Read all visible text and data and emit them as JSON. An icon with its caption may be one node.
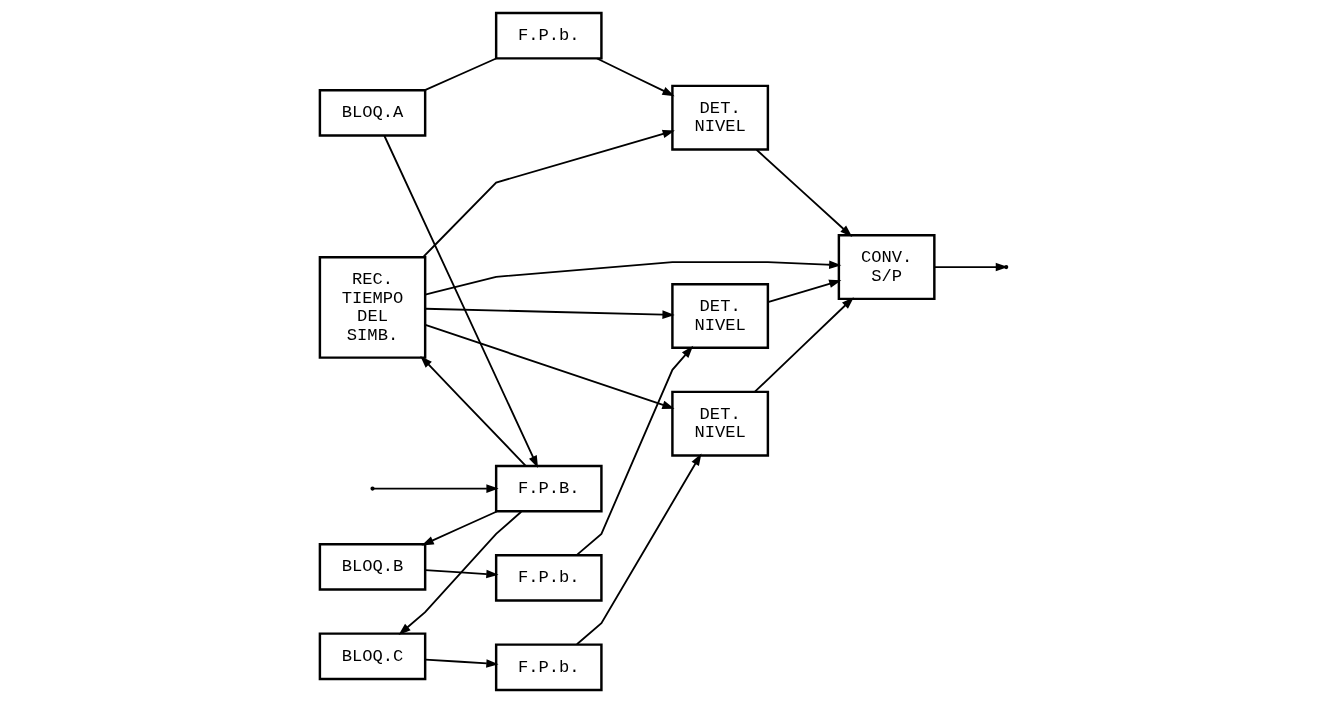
{
  "diagram": {
    "nodes": [
      {
        "text": [
          "BLOQ.A"
        ]
      },
      {
        "text": [
          "F.P.b."
        ]
      },
      {
        "text": [
          "DET. NIVEL"
        ]
      },
      {
        "text": [
          "F.P.B."
        ]
      },
      {
        "text": [
          "REC. TIEMPO DEL SIMB."
        ]
      },
      {
        "text": [
          "CONV. S/P"
        ]
      },
      {
        "text": [
          "BLOQ.B"
        ]
      },
      {
        "text": [
          "F.P.b."
        ]
      },
      {
        "text": [
          "DET. NIVEL"
        ]
      },
      {
        "text": [
          "BLOQ.C"
        ]
      },
      {
        "text": [
          "F.P.b."
        ]
      },
      {
        "text": [
          "DET. NIVEL"
        ]
      }
    ],
    "edges": [
      {
        "from": null,
        "to": 3,
        "arrow": "to"
      },
      {
        "from": 0,
        "to": 3,
        "arrow": "to"
      },
      {
        "from": 0,
        "to": 1,
        "arrow": "none"
      },
      {
        "from": 1,
        "to": 2,
        "arrow": "to"
      },
      {
        "from": 2,
        "to": 5,
        "arrow": "to"
      },
      {
        "from": 3,
        "to": 4,
        "arrow": "to"
      },
      {
        "from": 3,
        "to": 6,
        "arrow": "to"
      },
      {
        "from": 3,
        "to": 9,
        "arrow": "to"
      },
      {
        "from": 4,
        "to": 2,
        "arrow": "to"
      },
      {
        "from": 4,
        "to": 8,
        "arrow": "to"
      },
      {
        "from": 4,
        "to": 5,
        "arrow": "to"
      },
      {
        "from": 4,
        "to": 11,
        "arrow": "to"
      },
      {
        "from": 6,
        "to": 7,
        "arrow": "to"
      },
      {
        "from": 7,
        "to": 8,
        "arrow": "to"
      },
      {
        "from": 8,
        "to": 5,
        "arrow": "to"
      },
      {
        "from": 9,
        "to": 10,
        "arrow": "to"
      },
      {
        "from": 10,
        "to": 11,
        "arrow": "to"
      },
      {
        "from": 11,
        "to": 5,
        "arrow": "to"
      },
      {
        "from": 5,
        "to": null,
        "arrow": "to"
      }
    ]
  }
}
